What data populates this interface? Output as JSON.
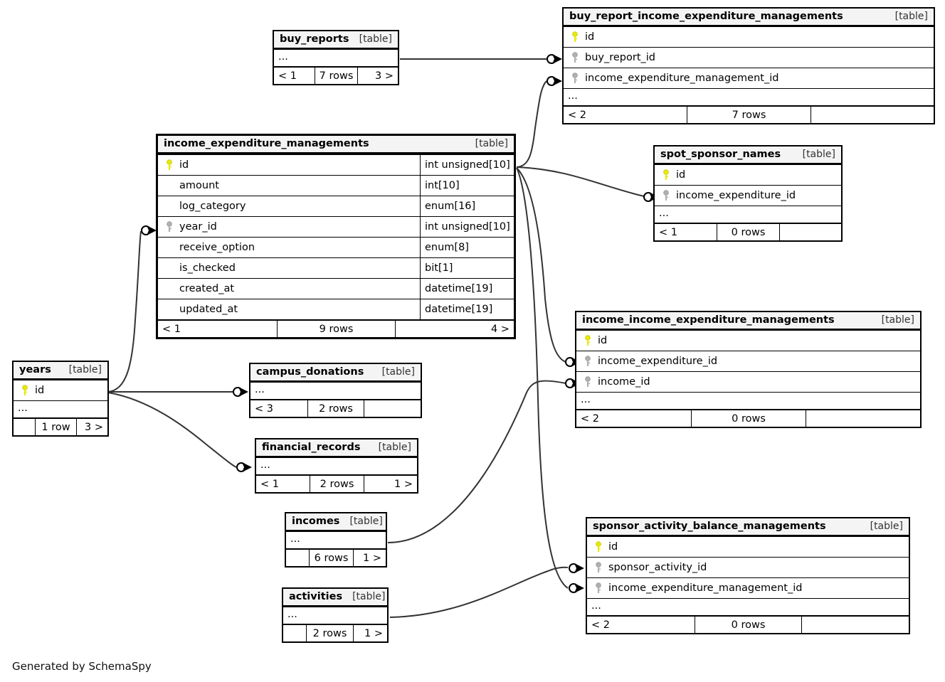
{
  "caption": "Generated by SchemaSpy",
  "table_tag": "[table]",
  "ellipsis": "...",
  "colors": {
    "primary_key": "#e8e80d",
    "foreign_key": "#b0b0b0",
    "header_bg": "#f4f4f4",
    "border": "#000000",
    "background": "#ffffff"
  },
  "tables": [
    {
      "id": "buy_reports",
      "name": "buy_reports",
      "tag": "[table]",
      "emphasis": false,
      "has_ellipsis": true,
      "columns": [],
      "footer": [
        {
          "text": "< 1",
          "align": "left"
        },
        {
          "text": "7 rows",
          "align": "center"
        },
        {
          "text": "3 >",
          "align": "right"
        }
      ]
    },
    {
      "id": "buy_report_income_expenditure_managements",
      "name": "buy_report_income_expenditure_managements",
      "tag": "[table]",
      "emphasis": false,
      "has_ellipsis": true,
      "columns": [
        {
          "name": "id",
          "key": "primary",
          "type": ""
        },
        {
          "name": "buy_report_id",
          "key": "foreign",
          "type": ""
        },
        {
          "name": "income_expenditure_management_id",
          "key": "foreign",
          "type": ""
        }
      ],
      "footer": [
        {
          "text": "< 2",
          "align": "left"
        },
        {
          "text": "7 rows",
          "align": "center"
        },
        {
          "text": "",
          "align": "right"
        }
      ]
    },
    {
      "id": "income_expenditure_managements",
      "name": "income_expenditure_managements",
      "tag": "[table]",
      "emphasis": true,
      "has_ellipsis": false,
      "columns": [
        {
          "name": "id",
          "key": "primary",
          "type": "int unsigned[10]"
        },
        {
          "name": "amount",
          "key": "none",
          "type": "int[10]"
        },
        {
          "name": "log_category",
          "key": "none",
          "type": "enum[16]"
        },
        {
          "name": "year_id",
          "key": "foreign",
          "type": "int unsigned[10]"
        },
        {
          "name": "receive_option",
          "key": "none",
          "type": "enum[8]"
        },
        {
          "name": "is_checked",
          "key": "none",
          "type": "bit[1]"
        },
        {
          "name": "created_at",
          "key": "none",
          "type": "datetime[19]"
        },
        {
          "name": "updated_at",
          "key": "none",
          "type": "datetime[19]"
        }
      ],
      "footer": [
        {
          "text": "< 1",
          "align": "left"
        },
        {
          "text": "9 rows",
          "align": "center"
        },
        {
          "text": "4 >",
          "align": "right"
        }
      ]
    },
    {
      "id": "spot_sponsor_names",
      "name": "spot_sponsor_names",
      "tag": "[table]",
      "emphasis": false,
      "has_ellipsis": true,
      "columns": [
        {
          "name": "id",
          "key": "primary",
          "type": ""
        },
        {
          "name": "income_expenditure_id",
          "key": "foreign",
          "type": ""
        }
      ],
      "footer": [
        {
          "text": "< 1",
          "align": "left"
        },
        {
          "text": "0 rows",
          "align": "center"
        },
        {
          "text": "",
          "align": "right"
        }
      ]
    },
    {
      "id": "income_income_expenditure_managements",
      "name": "income_income_expenditure_managements",
      "tag": "[table]",
      "emphasis": false,
      "has_ellipsis": true,
      "columns": [
        {
          "name": "id",
          "key": "primary",
          "type": ""
        },
        {
          "name": "income_expenditure_id",
          "key": "foreign",
          "type": ""
        },
        {
          "name": "income_id",
          "key": "foreign",
          "type": ""
        }
      ],
      "footer": [
        {
          "text": "< 2",
          "align": "left"
        },
        {
          "text": "0 rows",
          "align": "center"
        },
        {
          "text": "",
          "align": "right"
        }
      ]
    },
    {
      "id": "sponsor_activity_balance_managements",
      "name": "sponsor_activity_balance_managements",
      "tag": "[table]",
      "emphasis": false,
      "has_ellipsis": true,
      "columns": [
        {
          "name": "id",
          "key": "primary",
          "type": ""
        },
        {
          "name": "sponsor_activity_id",
          "key": "foreign",
          "type": ""
        },
        {
          "name": "income_expenditure_management_id",
          "key": "foreign",
          "type": ""
        }
      ],
      "footer": [
        {
          "text": "< 2",
          "align": "left"
        },
        {
          "text": "0 rows",
          "align": "center"
        },
        {
          "text": "",
          "align": "right"
        }
      ]
    },
    {
      "id": "years",
      "name": "years",
      "tag": "[table]",
      "emphasis": false,
      "has_ellipsis": true,
      "columns": [
        {
          "name": "id",
          "key": "primary",
          "type": ""
        }
      ],
      "footer": [
        {
          "text": "",
          "align": "left"
        },
        {
          "text": "1 row",
          "align": "center"
        },
        {
          "text": "3 >",
          "align": "right"
        }
      ]
    },
    {
      "id": "campus_donations",
      "name": "campus_donations",
      "tag": "[table]",
      "emphasis": false,
      "has_ellipsis": true,
      "columns": [],
      "footer": [
        {
          "text": "< 3",
          "align": "left"
        },
        {
          "text": "2 rows",
          "align": "center"
        },
        {
          "text": "",
          "align": "right"
        }
      ]
    },
    {
      "id": "financial_records",
      "name": "financial_records",
      "tag": "[table]",
      "emphasis": false,
      "has_ellipsis": true,
      "columns": [],
      "footer": [
        {
          "text": "< 1",
          "align": "left"
        },
        {
          "text": "2 rows",
          "align": "center"
        },
        {
          "text": "1 >",
          "align": "right"
        }
      ]
    },
    {
      "id": "incomes",
      "name": "incomes",
      "tag": "[table]",
      "emphasis": false,
      "has_ellipsis": true,
      "columns": [],
      "footer": [
        {
          "text": "",
          "align": "left"
        },
        {
          "text": "6 rows",
          "align": "center"
        },
        {
          "text": "1 >",
          "align": "right"
        }
      ]
    },
    {
      "id": "activities",
      "name": "activities",
      "tag": "[table]",
      "emphasis": false,
      "has_ellipsis": true,
      "columns": [],
      "footer": [
        {
          "text": "",
          "align": "left"
        },
        {
          "text": "2 rows",
          "align": "center"
        },
        {
          "text": "1 >",
          "align": "right"
        }
      ]
    }
  ],
  "relationships": [
    {
      "from": "buy_reports",
      "to": "buy_report_income_expenditure_managements.buy_report_id"
    },
    {
      "from": "income_expenditure_managements.id",
      "to": "buy_report_income_expenditure_managements.income_expenditure_management_id"
    },
    {
      "from": "income_expenditure_managements.id",
      "to": "spot_sponsor_names.income_expenditure_id"
    },
    {
      "from": "income_expenditure_managements.id",
      "to": "income_income_expenditure_managements.income_expenditure_id"
    },
    {
      "from": "income_expenditure_managements.id",
      "to": "sponsor_activity_balance_managements.income_expenditure_management_id"
    },
    {
      "from": "years.id",
      "to": "income_expenditure_managements.year_id"
    },
    {
      "from": "years.id",
      "to": "campus_donations"
    },
    {
      "from": "years.id",
      "to": "financial_records"
    },
    {
      "from": "incomes",
      "to": "income_income_expenditure_managements.income_id"
    },
    {
      "from": "activities",
      "to": "sponsor_activity_balance_managements.sponsor_activity_id"
    }
  ]
}
